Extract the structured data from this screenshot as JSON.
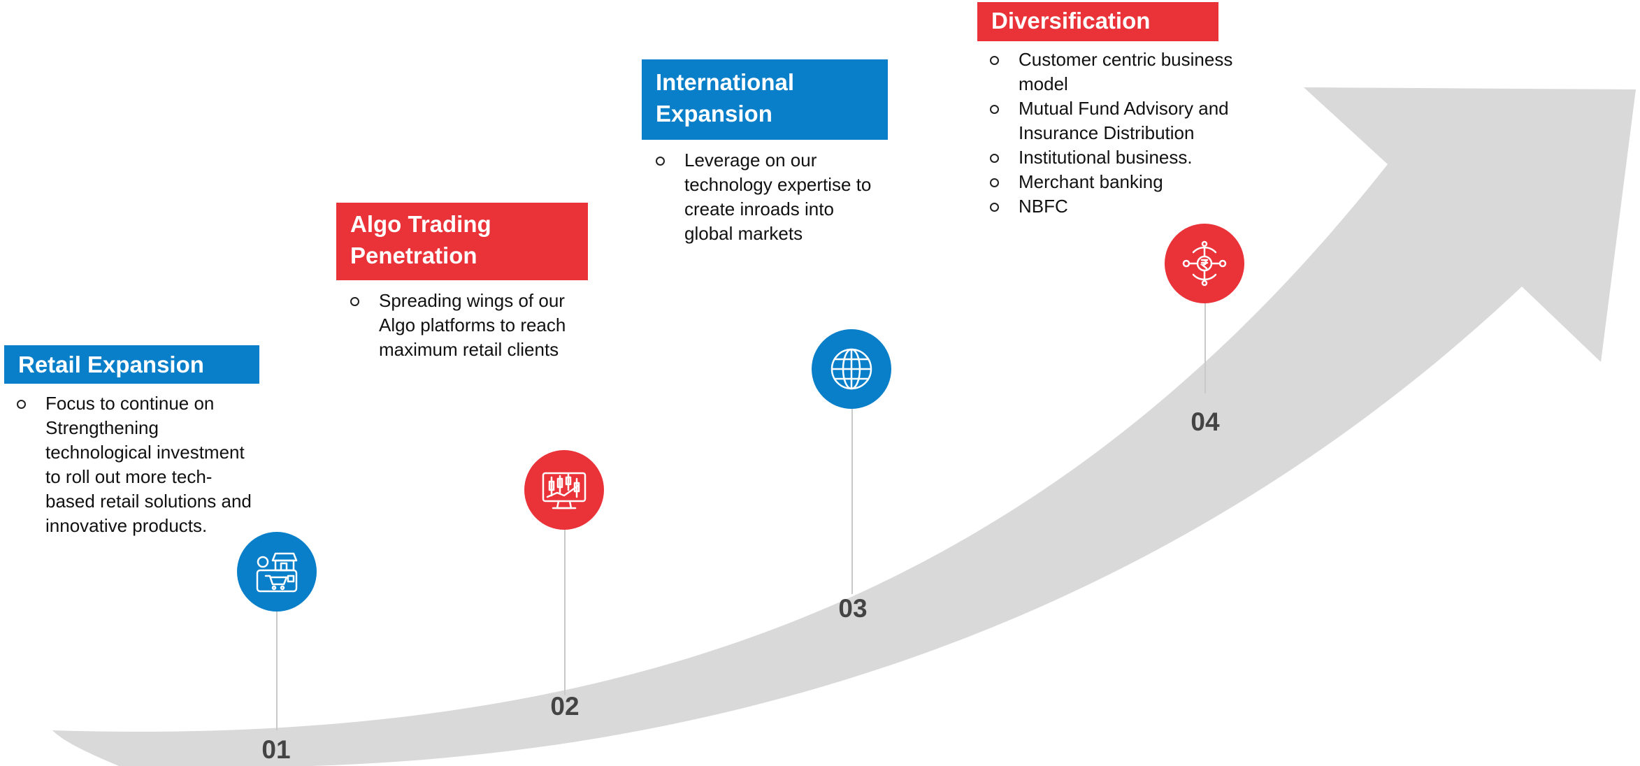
{
  "colors": {
    "blue": "#0A7FC9",
    "red": "#EA3239",
    "arrow": "#D9D9D9"
  },
  "steps": [
    {
      "number": "01",
      "title": "Retail Expansion",
      "icon": "retail-store-cart-icon",
      "color": "blue",
      "bullets": [
        "Focus to continue on Strengthening technological investment to roll out more tech-based retail solutions and innovative products."
      ]
    },
    {
      "number": "02",
      "title": "Algo Trading Penetration",
      "icon": "candlestick-monitor-icon",
      "color": "red",
      "bullets": [
        "Spreading wings of our Algo platforms to reach maximum retail clients"
      ]
    },
    {
      "number": "03",
      "title": "International Expansion",
      "icon": "globe-icon",
      "color": "blue",
      "bullets": [
        "Leverage on our technology expertise to create inroads into global markets"
      ]
    },
    {
      "number": "04",
      "title": "Diversification",
      "icon": "rupee-network-icon",
      "color": "red",
      "bullets": [
        "Customer centric business model",
        "Mutual Fund Advisory and Insurance Distribution",
        "Institutional business.",
        "Merchant banking",
        "NBFC"
      ]
    }
  ]
}
